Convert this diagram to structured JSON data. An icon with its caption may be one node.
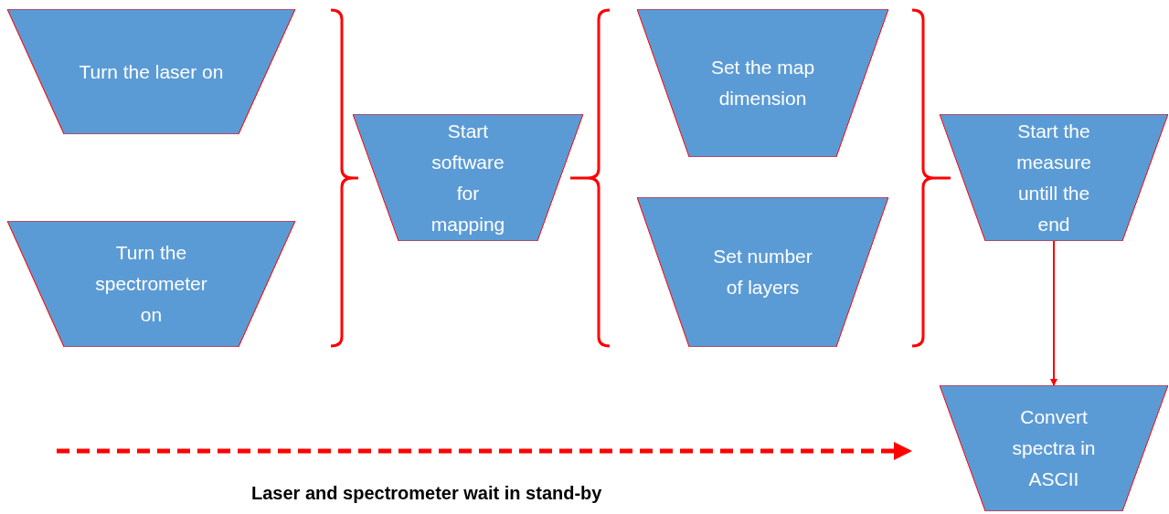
{
  "diagram": {
    "nodes": [
      {
        "text": [
          "Turn the laser on"
        ]
      },
      {
        "text": [
          "Turn the spectrometer on"
        ]
      },
      {
        "text": [
          "Start software for mapping"
        ]
      },
      {
        "text": [
          "Set the map dimension"
        ]
      },
      {
        "text": [
          "Set number of layers"
        ]
      },
      {
        "text": [
          "Start the measure untill the end"
        ]
      },
      {
        "text": [
          "Convert spectra in ASCII"
        ]
      }
    ],
    "edges": [
      {
        "from": 5,
        "to": 6,
        "arrow": "to"
      }
    ],
    "labels": [
      "Laser and spectrometer wait in stand-by"
    ]
  }
}
